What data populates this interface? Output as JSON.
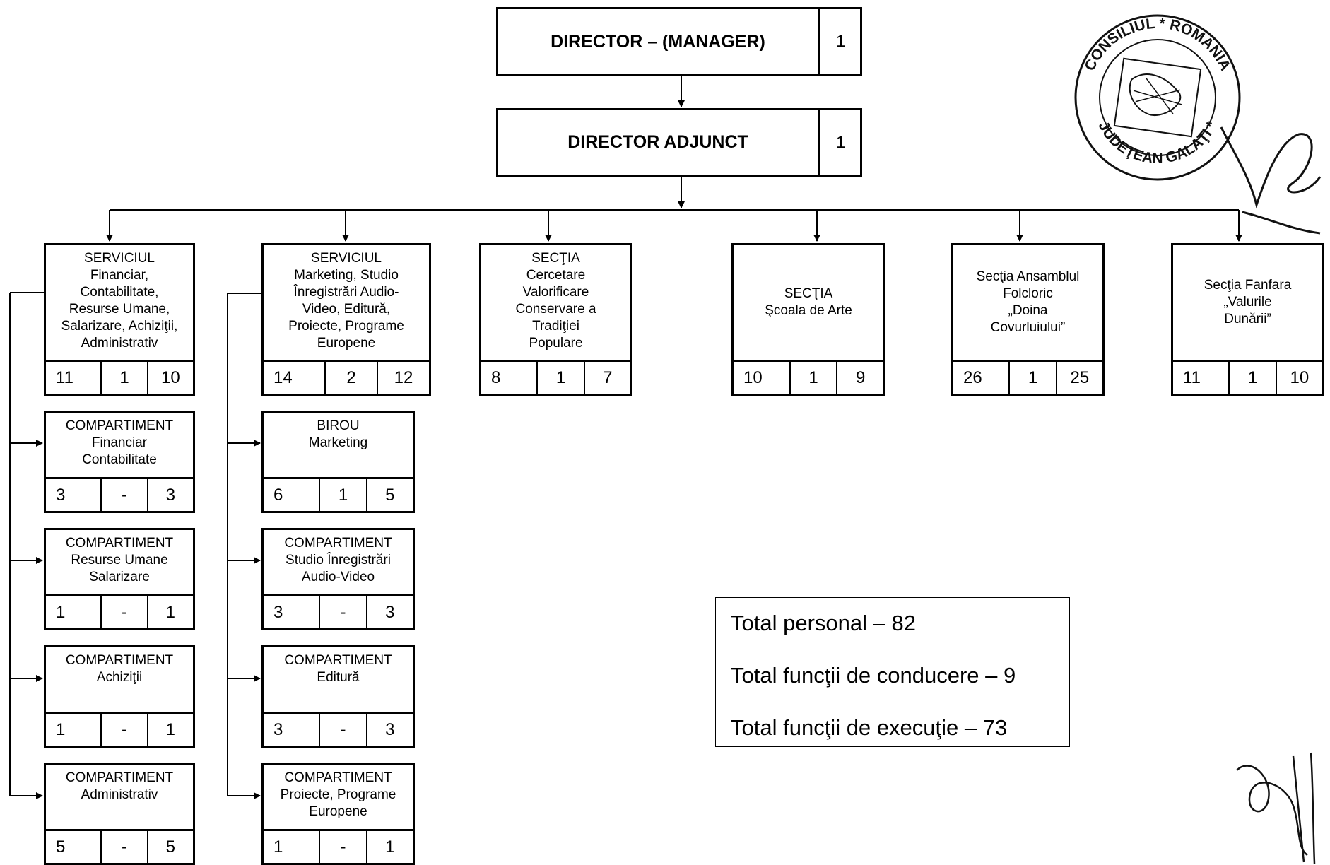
{
  "director": {
    "label": "DIRECTOR – (MANAGER)",
    "count": "1"
  },
  "deputy": {
    "label": "DIRECTOR ADJUNCT",
    "count": "1"
  },
  "units": [
    {
      "title": [
        "SERVICIUL",
        "Financiar,",
        "Contabilitate,",
        "Resurse Umane,",
        "Salarizare, Achiziţii,",
        "Administrativ"
      ],
      "total": "11",
      "lead": "1",
      "exec": "10"
    },
    {
      "title": [
        "SERVICIUL",
        "Marketing, Studio",
        "Înregistrări Audio-",
        "Video,  Editură,",
        "Proiecte, Programe",
        "Europene"
      ],
      "total": "14",
      "lead": "2",
      "exec": "12"
    },
    {
      "title": [
        "SECŢIA",
        "Cercetare",
        "Valorificare",
        "Conservare a",
        "Tradiţiei",
        "Populare"
      ],
      "total": "8",
      "lead": "1",
      "exec": "7"
    },
    {
      "title": [
        "SECŢIA",
        "Şcoala de Arte"
      ],
      "total": "10",
      "lead": "1",
      "exec": "9"
    },
    {
      "title": [
        "Secţia Ansamblul",
        "Folcloric",
        "„Doina",
        "Covurluiului”"
      ],
      "total": "26",
      "lead": "1",
      "exec": "25"
    },
    {
      "title": [
        "Secţia Fanfara",
        "„Valurile",
        "Dunării”"
      ],
      "total": "11",
      "lead": "1",
      "exec": "10"
    }
  ],
  "sub_left": [
    {
      "title": [
        "COMPARTIMENT",
        "Financiar",
        "Contabilitate"
      ],
      "total": "3",
      "lead": "-",
      "exec": "3"
    },
    {
      "title": [
        "COMPARTIMENT",
        "Resurse Umane",
        "Salarizare"
      ],
      "total": "1",
      "lead": "-",
      "exec": "1"
    },
    {
      "title": [
        "COMPARTIMENT",
        "Achiziţii"
      ],
      "total": "1",
      "lead": "-",
      "exec": "1"
    },
    {
      "title": [
        "COMPARTIMENT",
        "Administrativ"
      ],
      "total": "5",
      "lead": "-",
      "exec": "5"
    }
  ],
  "sub_right": [
    {
      "title": [
        "BIROU",
        "Marketing"
      ],
      "total": "6",
      "lead": "1",
      "exec": "5"
    },
    {
      "title": [
        "COMPARTIMENT",
        "Studio Înregistrări",
        "Audio-Video"
      ],
      "total": "3",
      "lead": "-",
      "exec": "3"
    },
    {
      "title": [
        "COMPARTIMENT",
        "Editură"
      ],
      "total": "3",
      "lead": "-",
      "exec": "3"
    },
    {
      "title": [
        "COMPARTIMENT",
        "Proiecte, Programe",
        "Europene"
      ],
      "total": "1",
      "lead": "-",
      "exec": "1"
    }
  ],
  "totals": {
    "personal": "Total personal – 82",
    "conducere": "Total funcţii de conducere – 9",
    "executie": "Total funcţii de execuţie – 73"
  },
  "seal": {
    "top": "CONSILIUL * ROMÂNIA",
    "bottom": "JUDEŢEAN GALAŢI *"
  }
}
